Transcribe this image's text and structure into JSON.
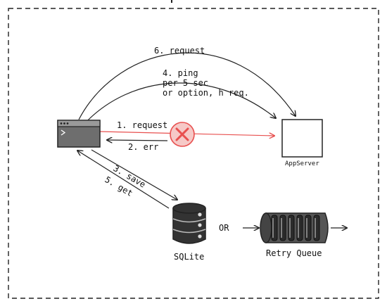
{
  "diagram": {
    "nodes": {
      "client": {
        "icon": "browser-window-icon"
      },
      "appserver": {
        "label": "AppServer"
      },
      "sqlite": {
        "label": "SQLite",
        "icon": "database-icon"
      },
      "retry_queue": {
        "label": "Retry Queue",
        "icon": "queue-cylinder-icon"
      }
    },
    "edges": {
      "request_6": "6. request",
      "ping_4": [
        "4. ping",
        "per 5 sec",
        "or option, h req."
      ],
      "request_1": "1. request",
      "err_2": "2. err",
      "save_3": "3. save",
      "get_5": "5. get",
      "or": "OR"
    },
    "blocked_icon": "x-circle-icon",
    "colors": {
      "ink": "#222222",
      "error": "#e8504f",
      "error_fill": "#f6c9c7",
      "window_fill": "#6e6e6e",
      "db_fill": "#333333"
    }
  }
}
